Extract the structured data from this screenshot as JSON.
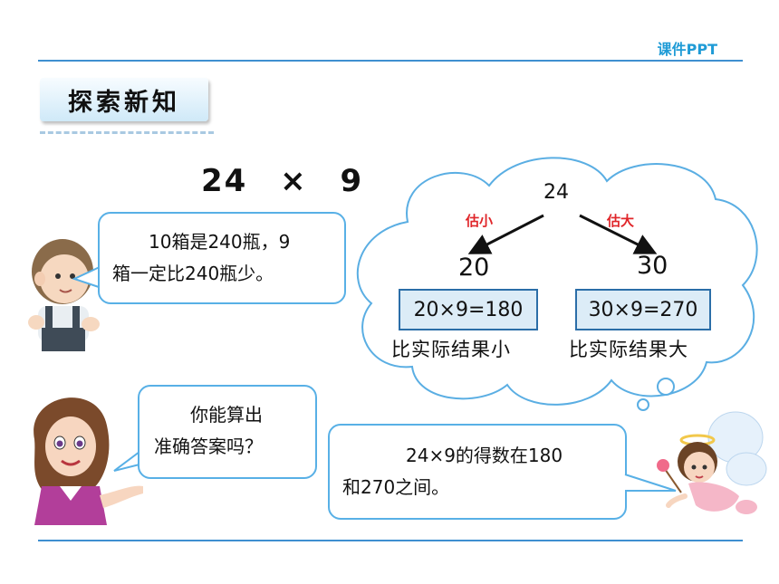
{
  "header": {
    "label": "课件PPT"
  },
  "section": {
    "title": "探索新知"
  },
  "problem": {
    "left": "24",
    "op": "×",
    "right": "9"
  },
  "boy_bubble": {
    "line1": "10箱是240瓶，9",
    "line2": "箱一定比240瓶少。"
  },
  "cloud": {
    "root": "24",
    "left_branch_label": "估小",
    "right_branch_label": "估大",
    "left_node": "20",
    "right_node": "30",
    "left_expression": "20×9=180",
    "right_expression": "30×9=270",
    "left_compare": "比实际结果小",
    "right_compare": "比实际结果大"
  },
  "girl_bubble": {
    "line1": "你能算出",
    "line2": "准确答案吗？"
  },
  "fairy_bubble": {
    "line1": "24×9的得数在180",
    "line2": "和270之间。"
  },
  "colors": {
    "accent": "#3e8fd0",
    "bubble_border": "#58b0e6",
    "branch_label": "#e0262a"
  }
}
